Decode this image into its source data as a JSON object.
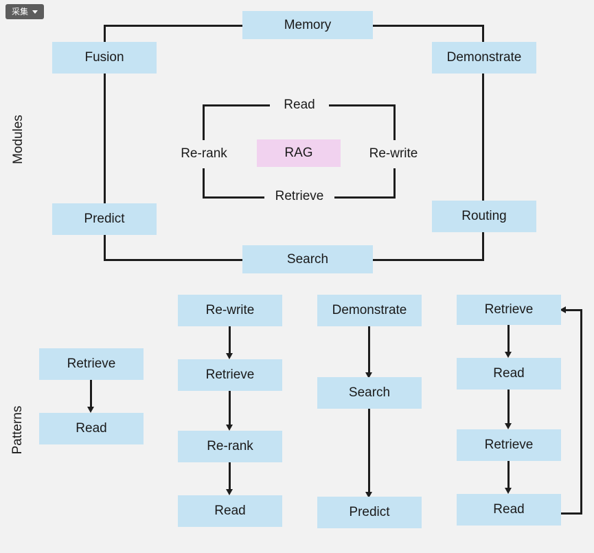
{
  "toolbar": {
    "capture_button_label": "采集",
    "caret_icon": "chevron-down-icon"
  },
  "sections": {
    "modules_label": "Modules",
    "patterns_label": "Patterns"
  },
  "colors": {
    "background": "#f2f2f2",
    "node_blue": "#c5e3f3",
    "node_pink": "#f1d2ef",
    "line": "#1d1d1d",
    "divider": "#5b7a8e",
    "capture_button": "#5d5d5d"
  },
  "modules": {
    "outer": {
      "top_center": "Memory",
      "top_left": "Fusion",
      "top_right": "Demonstrate",
      "bottom_left": "Predict",
      "bottom_center": "Search",
      "bottom_right": "Routing"
    },
    "inner": {
      "center": "RAG",
      "top": "Read",
      "left": "Re-rank",
      "right": "Re-write",
      "bottom": "Retrieve"
    }
  },
  "patterns": {
    "columns": [
      {
        "name": "retrieve-read",
        "steps": [
          "Retrieve",
          "Read"
        ]
      },
      {
        "name": "rewrite-retrieve-rerank-read",
        "steps": [
          "Re-write",
          "Retrieve",
          "Re-rank",
          "Read"
        ]
      },
      {
        "name": "demonstrate-search-predict",
        "steps": [
          "Demonstrate",
          "Search",
          "Predict"
        ]
      },
      {
        "name": "retrieve-read-retrieve-read-loop",
        "steps": [
          "Retrieve",
          "Read",
          "Retrieve",
          "Read"
        ],
        "has_feedback_loop": true
      }
    ]
  }
}
